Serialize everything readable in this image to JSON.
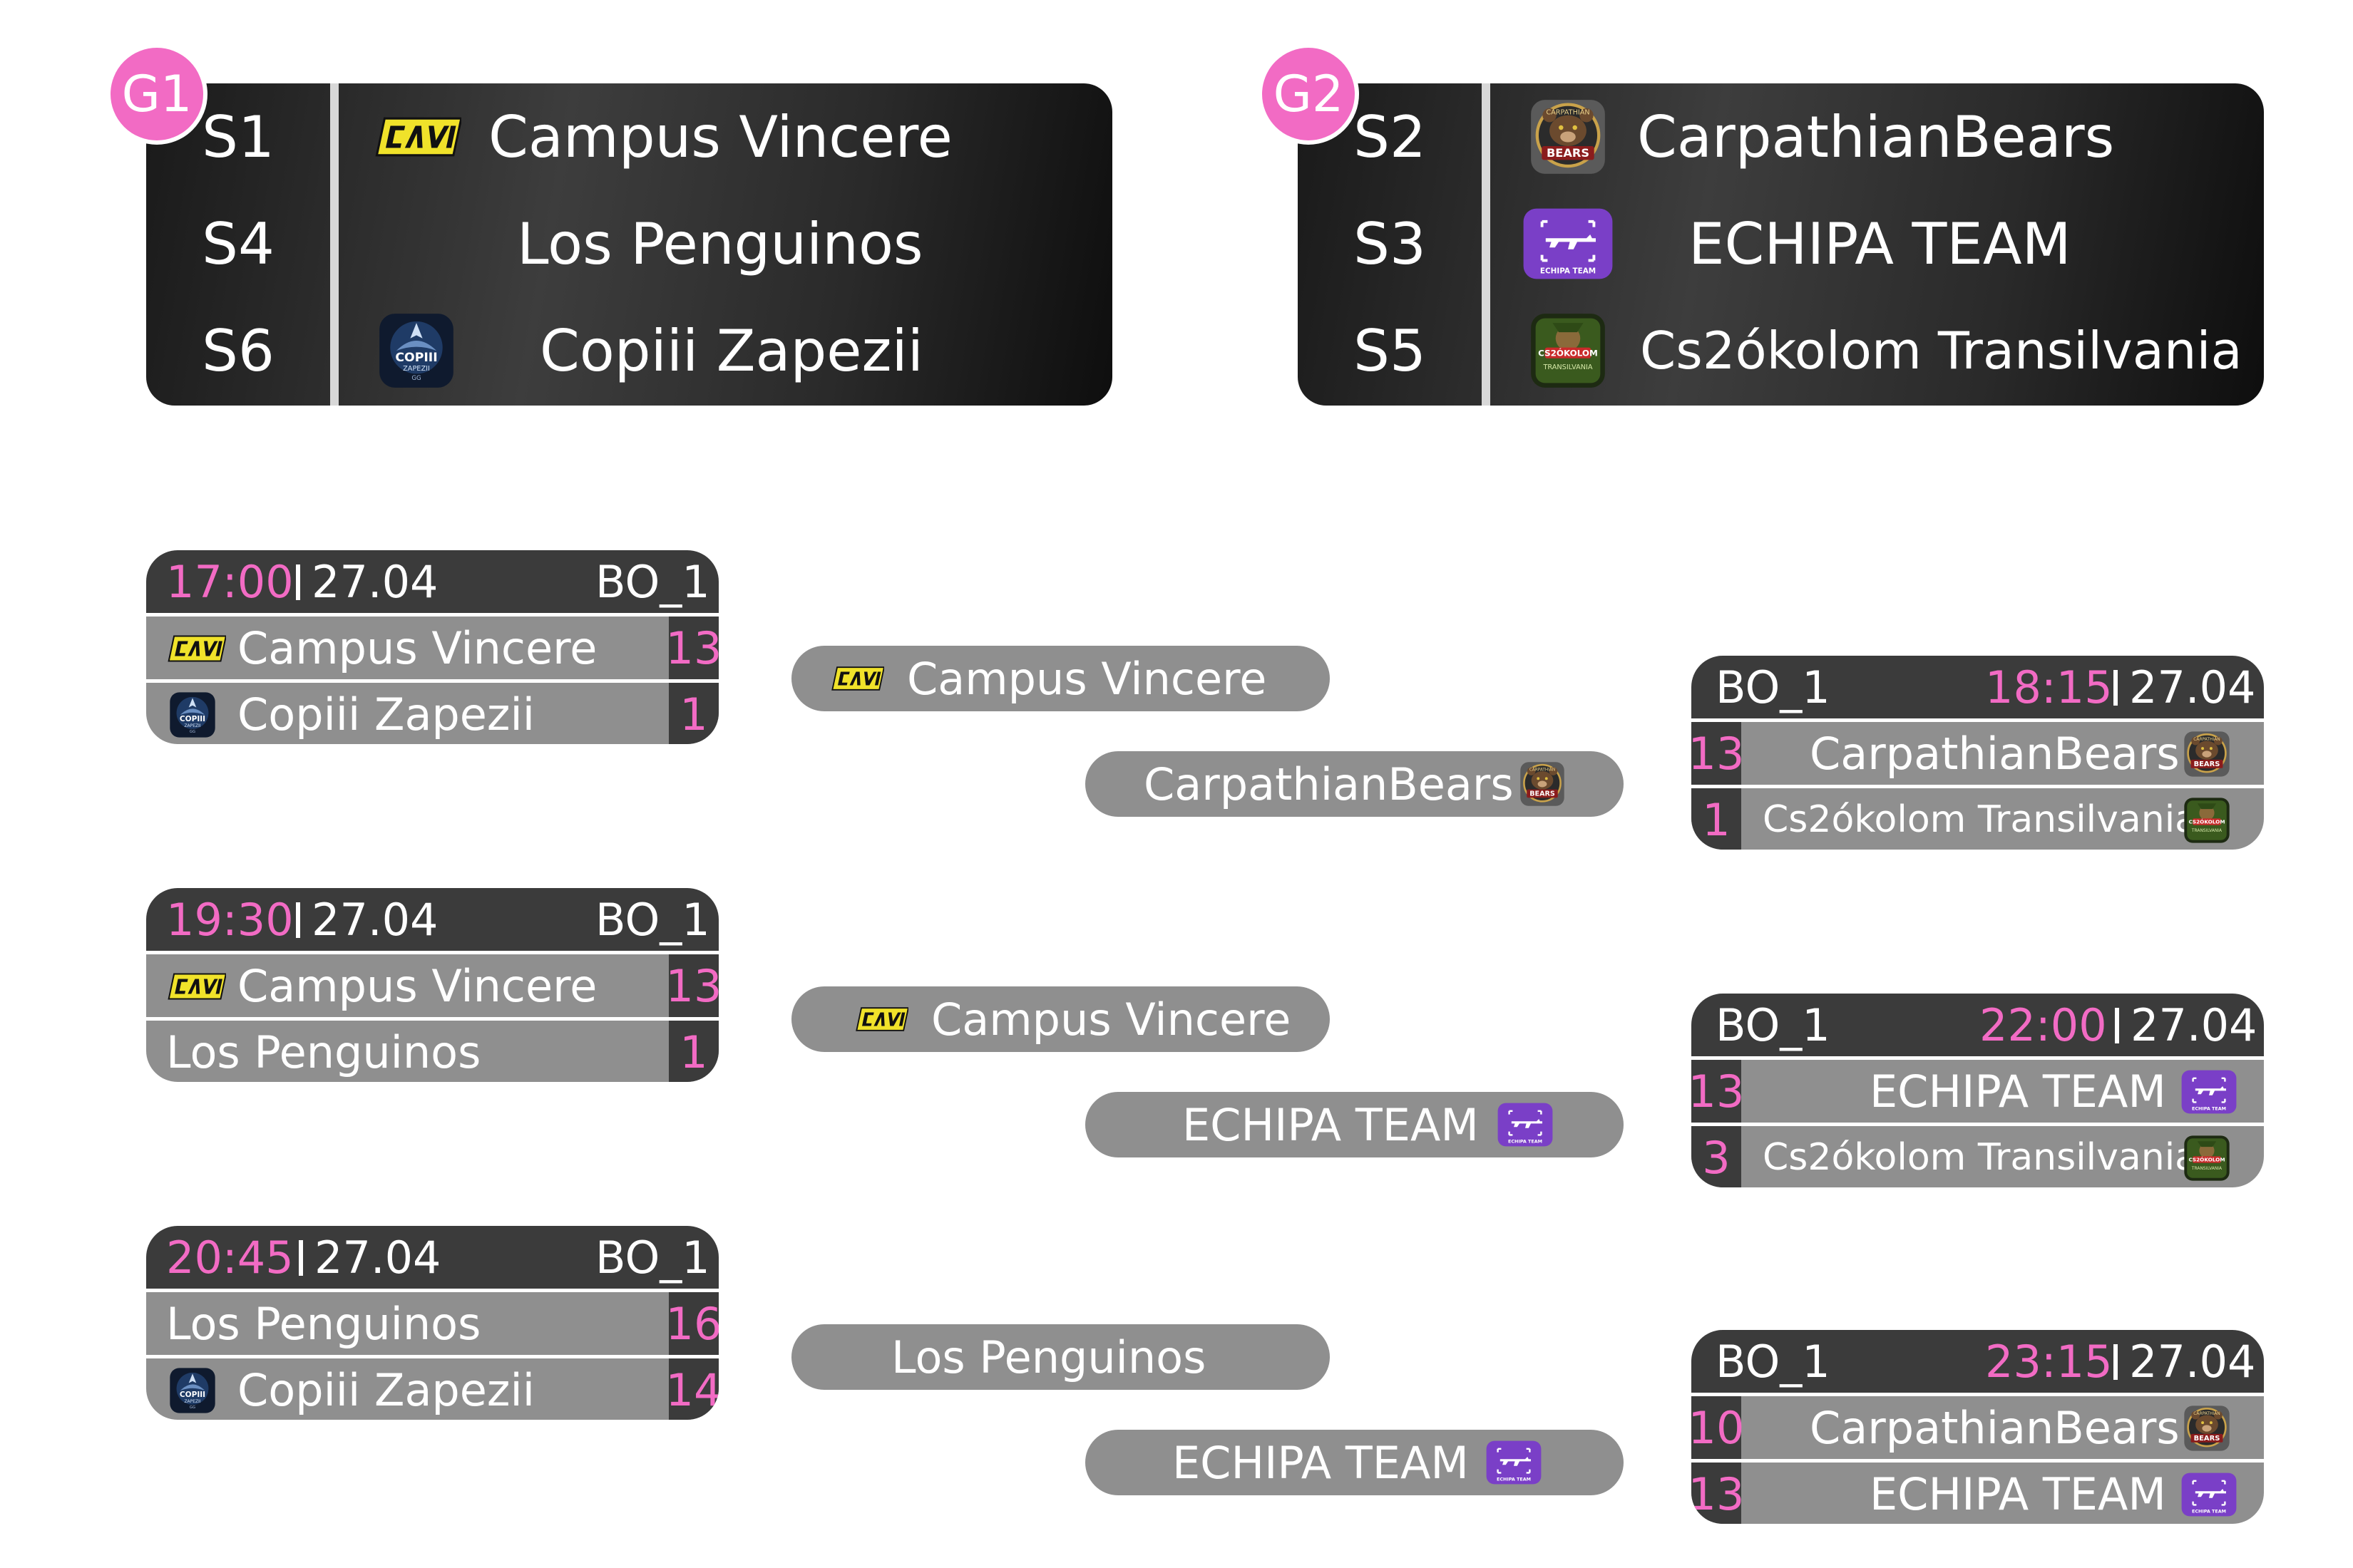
{
  "groups": [
    {
      "label": "G1",
      "rows": [
        {
          "seed": "S1",
          "team": "Campus Vincere",
          "logo": "navi-logo"
        },
        {
          "seed": "S4",
          "team": "Los Penguinos",
          "logo": ""
        },
        {
          "seed": "S6",
          "team": "Copiii Zapezii",
          "logo": "copiii-zapezii-logo"
        }
      ]
    },
    {
      "label": "G2",
      "rows": [
        {
          "seed": "S2",
          "team": "CarpathianBears",
          "logo": "bears-logo"
        },
        {
          "seed": "S3",
          "team": "ECHIPA TEAM",
          "logo": "echipa-logo"
        },
        {
          "seed": "S5",
          "team": "Cs2ókolom Transilvania",
          "logo": "cs2okolom-logo"
        }
      ]
    }
  ],
  "left_matches": [
    {
      "time": "17:00",
      "date": "27.04",
      "format": "BO_1",
      "teams": [
        {
          "name": "Campus Vincere",
          "score": "13",
          "logo": "navi-logo"
        },
        {
          "name": "Copiii Zapezii",
          "score": "1",
          "logo": "copiii-zapezii-logo"
        }
      ]
    },
    {
      "time": "19:30",
      "date": "27.04",
      "format": "BO_1",
      "teams": [
        {
          "name": "Campus Vincere",
          "score": "13",
          "logo": "navi-logo"
        },
        {
          "name": "Los Penguinos",
          "score": "1",
          "logo": ""
        }
      ]
    },
    {
      "time": "20:45",
      "date": "27.04",
      "format": "BO_1",
      "teams": [
        {
          "name": "Los Penguinos",
          "score": "16",
          "logo": ""
        },
        {
          "name": "Copiii Zapezii",
          "score": "14",
          "logo": "copiii-zapezii-logo"
        }
      ]
    }
  ],
  "pairings": [
    {
      "left": {
        "name": "Campus Vincere",
        "logo": "navi-logo"
      },
      "right": {
        "name": "CarpathianBears",
        "logo": "bears-logo"
      }
    },
    {
      "left": {
        "name": "Campus Vincere",
        "logo": "navi-logo"
      },
      "right": {
        "name": "ECHIPA TEAM",
        "logo": "echipa-logo"
      }
    },
    {
      "left": {
        "name": "Los Penguinos",
        "logo": ""
      },
      "right": {
        "name": "ECHIPA TEAM",
        "logo": "echipa-logo"
      }
    }
  ],
  "right_matches": [
    {
      "time": "18:15",
      "date": "27.04",
      "format": "BO_1",
      "teams": [
        {
          "name": "CarpathianBears",
          "score": "13",
          "logo": "bears-logo"
        },
        {
          "name": "Cs2ókolom Transilvania",
          "score": "1",
          "logo": "cs2okolom-logo"
        }
      ]
    },
    {
      "time": "22:00",
      "date": "27.04",
      "format": "BO_1",
      "teams": [
        {
          "name": "ECHIPA TEAM",
          "score": "13",
          "logo": "echipa-logo"
        },
        {
          "name": "Cs2ókolom Transilvania",
          "score": "3",
          "logo": "cs2okolom-logo"
        }
      ]
    },
    {
      "time": "23:15",
      "date": "27.04",
      "format": "BO_1",
      "teams": [
        {
          "name": "CarpathianBears",
          "score": "10",
          "logo": "bears-logo"
        },
        {
          "name": "ECHIPA TEAM",
          "score": "13",
          "logo": "echipa-logo"
        }
      ]
    }
  ],
  "logo_text": {
    "bears_top": "CARPATHIAN",
    "bears_main": "BEARS",
    "echipa": "ECHIPA TEAM",
    "copiii_main": "COPIII",
    "copiii_sub": "ZAPEZII",
    "copiii_gg": "GG",
    "cs2_main": "CS2ÓKOLOM",
    "cs2_sub": "TRANSILVANIA"
  },
  "colors": {
    "accent_pink": "#f26bc4",
    "card_dark": "#3b3b3b",
    "row_gray": "#8f8f8f",
    "navi_yellow": "#f0e22a",
    "echipa_purple": "#7a3fc7"
  }
}
